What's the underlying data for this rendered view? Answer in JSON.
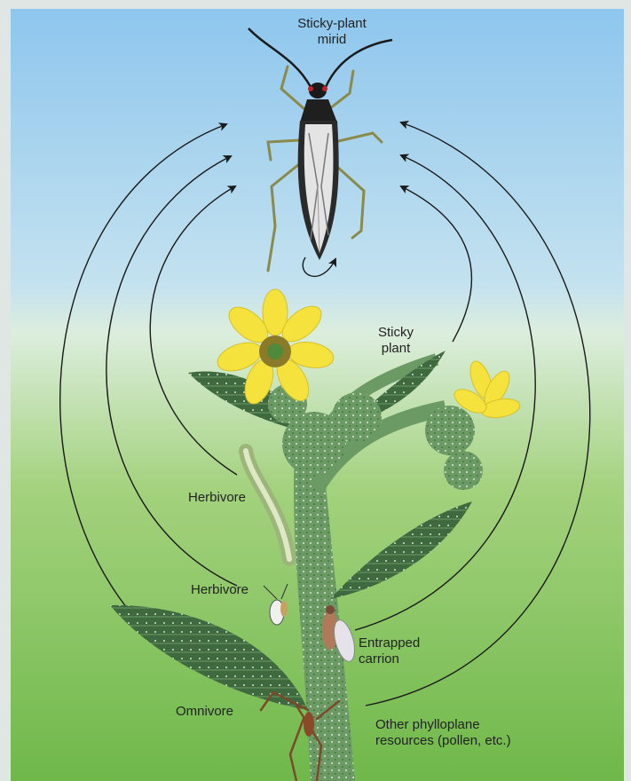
{
  "labels": {
    "mirid": [
      "Sticky-plant",
      "mirid"
    ],
    "plant": [
      "Sticky",
      "plant"
    ],
    "herbivore_1": "Herbivore",
    "herbivore_2": "Herbivore",
    "carrion": [
      "Entrapped",
      "carrion"
    ],
    "omnivore": "Omnivore",
    "other": [
      "Other phylloplane",
      "resources (pollen, etc.)"
    ]
  },
  "colors": {
    "sky_top": "#8ec6ee",
    "sky_mid": "#c4e2ef",
    "ground_top": "#cfe8c4",
    "ground_bottom": "#6fb84a",
    "arrow": "#1a1a1a",
    "flower": "#f5e23c",
    "flower_center": "#8a7a2a",
    "stem": "#7a9f6c"
  },
  "icons": [
    "mirid-bug-icon",
    "flower-icon",
    "caterpillar-icon",
    "fly-icon",
    "spider-icon",
    "circular-arrow-icon"
  ]
}
